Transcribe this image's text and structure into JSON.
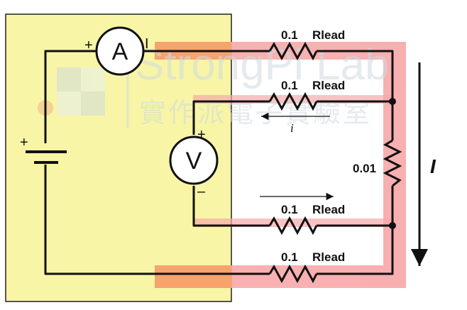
{
  "diagram": {
    "colors": {
      "source_box": "#f8f5a6",
      "current_path": "#f7a9a9",
      "overlap_path": "#f6a36d",
      "wire": "#111111",
      "watermark": "#cfdadf"
    },
    "ammeter": {
      "symbol": "A",
      "plus": "+",
      "minus": "I"
    },
    "voltmeter": {
      "symbol": "V",
      "plus": "+",
      "minus": "–"
    },
    "battery": {
      "plus": "+"
    },
    "resistors": [
      {
        "value": "0.1",
        "name": "Rlead"
      },
      {
        "value": "0.1",
        "name": "Rlead"
      },
      {
        "value": "0.1",
        "name": "Rlead"
      },
      {
        "value": "0.1",
        "name": "Rlead"
      }
    ],
    "sample_resistor": {
      "value": "0.01"
    },
    "small_current_label": "i",
    "main_current_label": "I",
    "watermark": {
      "brand": "StrongPi Lab",
      "subtitle": "實作派電子實驗室"
    }
  }
}
